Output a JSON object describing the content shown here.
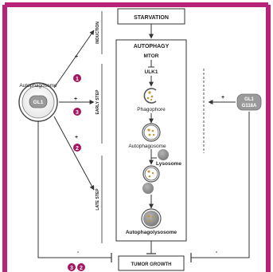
{
  "colors": {
    "frame": "#b8237a",
    "badge": "#a3165f",
    "line": "#333333",
    "gray_sphere": "#8a8a8a",
    "gray_pill": "#9a9a9a",
    "cargo": "#c8962d"
  },
  "top_box": "STARVATION",
  "bottom_box": "TUMOR GROWTH",
  "phases": {
    "induction": "INDUCTION",
    "early": "EARLY STEP",
    "late": "LATE STEP"
  },
  "pathway": {
    "autophagy": "AUTOPHAGY",
    "mtor": "MTOR",
    "ulk1": "ULK1",
    "phagophore": "Phagophore",
    "autophagosome": "Autophagosome",
    "lysosome": "Lysosome",
    "autophagolysosome": "Autophagolysosome"
  },
  "left_cell": {
    "label": "Autophagosome",
    "protein": "GL1"
  },
  "right_protein": {
    "line1": "GL1",
    "line2": "G118A"
  },
  "edges": {
    "to_induction": "+",
    "to_early": "+",
    "to_late": "+",
    "right_plus": "+",
    "left_minus": "-",
    "right_minus": "-"
  },
  "badges": {
    "induction": "1",
    "early": "3",
    "late": "2",
    "bottom_1": "3",
    "bottom_2": "2"
  },
  "icons": [
    "phagophore-icon",
    "autophagosome-icon",
    "lysosome-icon",
    "fusion-icon",
    "autophagolysosome-icon"
  ]
}
